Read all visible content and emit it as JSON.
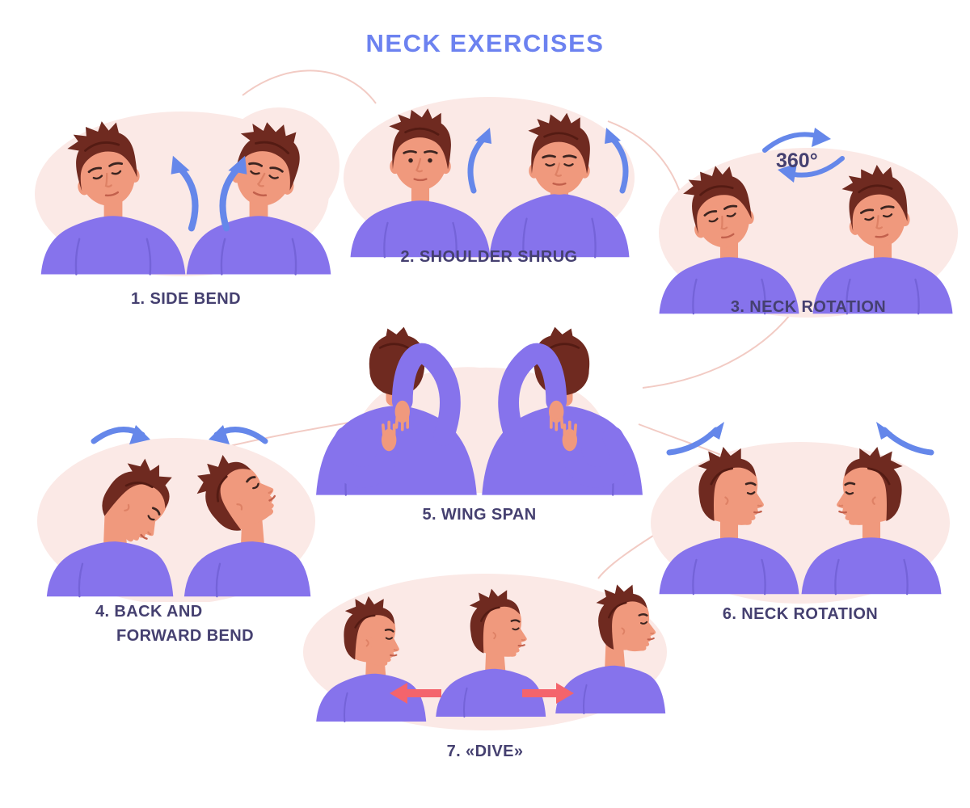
{
  "title": "NECK EXERCISES",
  "exercises": [
    {
      "id": "side-bend",
      "label": "1. SIDE BEND"
    },
    {
      "id": "shoulder-shrug",
      "label": "2. SHOULDER SHRUG"
    },
    {
      "id": "neck-rotation-1",
      "label": "3. NECK ROTATION",
      "annotation": "360°"
    },
    {
      "id": "back-forward-bend",
      "label_line1": "4. BACK AND",
      "label_line2": "FORWARD BEND"
    },
    {
      "id": "wing-span",
      "label": "5. WING SPAN"
    },
    {
      "id": "neck-rotation-2",
      "label": "6. NECK ROTATION"
    },
    {
      "id": "dive",
      "label": "7. «DIVE»"
    }
  ],
  "colors": {
    "background": "#ffffff",
    "title_blue": "#6c82f0",
    "label_navy": "#454070",
    "shirt_purple": "#8673ec",
    "skin": "#f0997d",
    "hair": "#6f2a20",
    "blob_pink": "#fbe9e6",
    "line_pink": "#f2cbc4",
    "arrow_blue": "#6587ea",
    "arrow_red": "#f4646c"
  }
}
